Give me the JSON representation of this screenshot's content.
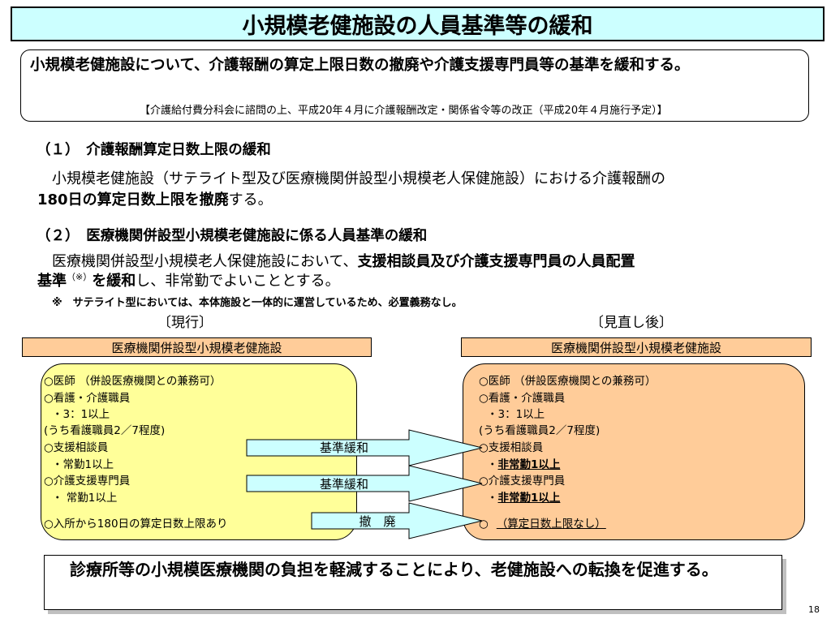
{
  "title": "小規模老健施設の人員基準等の緩和",
  "summary": {
    "text": "小規模老健施設について、介護報酬の算定上限日数の撤廃や介護支援専門員等の基準を緩和する。",
    "note": "【介護給付費分科会に諮問の上、平成20年４月に介護報酬改定・関係省令等の改正（平成20年４月施行予定）】"
  },
  "section1": {
    "heading": "（１）　介護報酬算定日数上限の緩和",
    "line1": "小規模老健施設（サテライト型及び医療機関併設型小規模老人保健施設）における介護報酬の",
    "line2_bold": "180日の算定日数上限を撤廃",
    "line2_rest": "する。"
  },
  "section2": {
    "heading": "（２）　医療機関併設型小規模老健施設に係る人員基準の緩和",
    "line1_normal": "医療機関併設型小規模老人保健施設において、",
    "line1_bold": "支援相談員及び介護支援専門員の人員配置",
    "line2_bold1": "基準",
    "line2_sup": "（※）",
    "line2_bold2": "を緩和",
    "line2_rest": "し、非常勤でよいこととする。",
    "footnote": "※　サテライト型においては、本体施設と一体的に運営しているため、必置義務なし。"
  },
  "current_label": "〔現行〕",
  "revised_label": "〔見直し後〕",
  "left_header": "医療機関併設型小規模老健施設",
  "right_header": "医療機関併設型小規模老健施設",
  "left_items": [
    "○医師 （併設医療機関との兼務可）",
    "○看護・介護職員",
    "・3：1以上",
    "(うち看護職員2／7程度)",
    "○支援相談員",
    "・常勤1以上",
    "○介護支援専門員",
    "・ 常勤1以上",
    "○入所から180日の算定日数上限あり"
  ],
  "right_items": [
    "○医師 （併設医療機関との兼務可）",
    "○看護・介護職員",
    "・3：1以上",
    "(うち看護職員2／7程度)",
    "○支援相談員",
    "非常勤1以上",
    "○介護支援専門員",
    "非常勤1以上",
    "○",
    "（算定日数上限なし）"
  ],
  "bullet": "・",
  "arrows": [
    "基準緩和",
    "基準緩和",
    "撤　廃"
  ],
  "conclusion": "　診療所等の小規模医療機関の負担を軽減することにより、老健施設への転換を促進する。",
  "page_number": "18",
  "colors": {
    "title_bg": "#ccffff",
    "left_bg": "#ffff99",
    "right_bg": "#ffcc99",
    "arrow_fill": "#ccffff"
  }
}
